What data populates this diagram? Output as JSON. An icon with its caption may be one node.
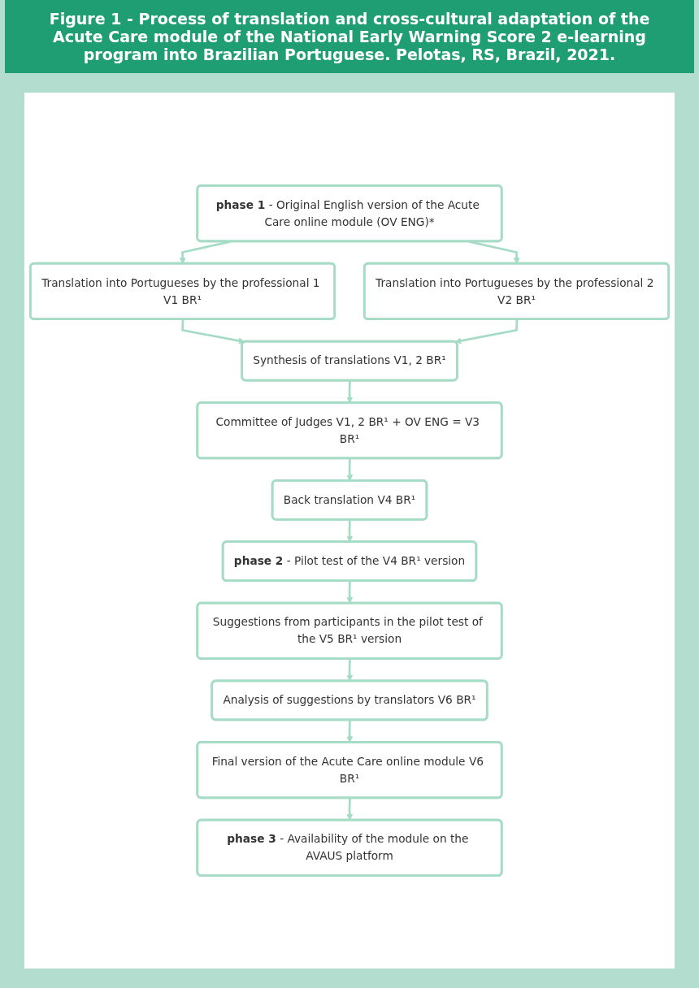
{
  "diagram": {
    "title": "Figure 1 - Process of translation and cross-cultural adaptation of the Acute Care module of the National Early Warning Score 2 e-learning program into Brazilian Portuguese. Pelotas, RS, Brazil, 2021.",
    "nodes": [
      {
        "text": [
          "**phase 1** - Original English version of the Acute Care online module (OV ENG)*"
        ]
      },
      {
        "text": [
          "Translation into Portugueses by the professional 1 V1 BR¹"
        ]
      },
      {
        "text": [
          "Translation into Portugueses by the professional 2 V2 BR¹"
        ]
      },
      {
        "text": [
          "Synthesis of translations V1, 2 BR¹"
        ]
      },
      {
        "text": [
          "Committee of Judges V1, 2 BR¹ + OV ENG = V3 BR¹"
        ]
      },
      {
        "text": [
          "Back translation V4 BR¹"
        ]
      },
      {
        "text": [
          "**phase 2** - Pilot test of the V4 BR¹ version"
        ]
      },
      {
        "text": [
          "Suggestions from participants in the pilot test of the V5 BR¹ version"
        ]
      },
      {
        "text": [
          "Analysis of suggestions by translators V6 BR¹"
        ]
      },
      {
        "text": [
          "Final version of the Acute Care online module V6 BR¹"
        ]
      },
      {
        "text": [
          "**phase 3** - Availability of the module on the AVAUS platform"
        ]
      }
    ],
    "edges": [
      {
        "from": 0,
        "to": 1,
        "arrow": "to"
      },
      {
        "from": 0,
        "to": 2,
        "arrow": "to"
      },
      {
        "from": 1,
        "to": 3,
        "arrow": "to"
      },
      {
        "from": 2,
        "to": 3,
        "arrow": "to"
      },
      {
        "from": 3,
        "to": 4,
        "arrow": "to"
      },
      {
        "from": 4,
        "to": 5,
        "arrow": "to"
      },
      {
        "from": 5,
        "to": 6,
        "arrow": "to"
      },
      {
        "from": 6,
        "to": 7,
        "arrow": "to"
      },
      {
        "from": 7,
        "to": 8,
        "arrow": "to"
      },
      {
        "from": 8,
        "to": 9,
        "arrow": "to"
      },
      {
        "from": 9,
        "to": 10,
        "arrow": "to"
      }
    ]
  }
}
